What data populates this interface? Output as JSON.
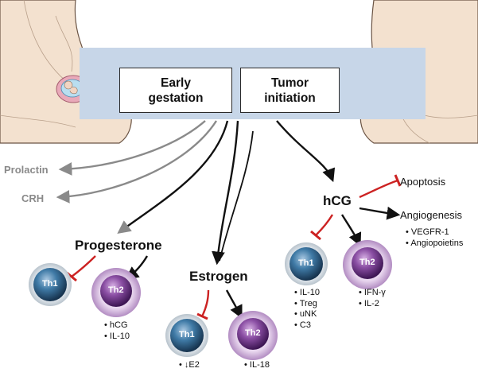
{
  "header": {
    "early_gestation": [
      "Early",
      "gestation"
    ],
    "tumor_initiation": [
      "Tumor",
      "initiation"
    ]
  },
  "gray_outputs": [
    "Prolactin",
    "CRH"
  ],
  "hormones": {
    "progesterone": "Progesterone",
    "estrogen": "Estrogen",
    "hcg": "hCG"
  },
  "hcg_effects": {
    "apoptosis": "Apoptosis",
    "angiogenesis": "Angiogenesis",
    "angiogenesis_bullets": [
      "VEGFR-1",
      "Angiopoietins"
    ]
  },
  "cells": {
    "progesterone_th1": "Th1",
    "progesterone_th2": "Th2",
    "estrogen_th1": "Th1",
    "estrogen_th2": "Th2",
    "hcg_th1": "Th1",
    "hcg_th2": "Th2"
  },
  "bullets": {
    "progesterone_th2": [
      "hCG",
      "IL-10"
    ],
    "estrogen_th1": [
      "↓E2"
    ],
    "estrogen_th2": [
      "IL-18"
    ],
    "hcg_th1": [
      "IL-10",
      "Treg",
      "uNK",
      "C3"
    ],
    "hcg_th2": [
      "IFN-γ",
      "IL-2"
    ]
  },
  "colors": {
    "arrow": "#111111",
    "inhibit": "#cc2222",
    "gray_arrow": "#8a8a8a",
    "header_band": "#c7d6e8",
    "th1": "#2f5f83",
    "th2": "#7b3f93",
    "skin": "#f3e1cf"
  }
}
